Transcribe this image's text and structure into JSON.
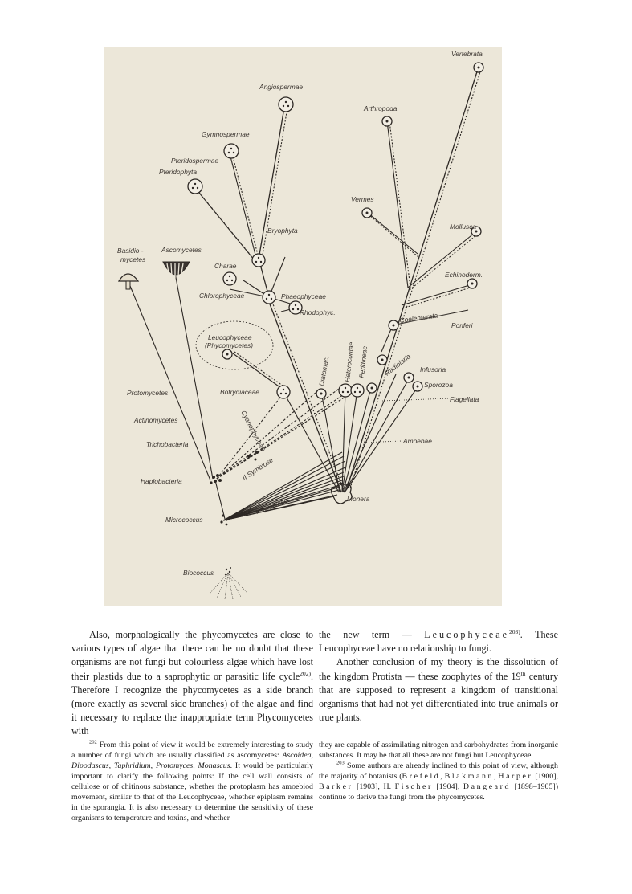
{
  "figure": {
    "labels": {
      "vertebrata": "Vertebrata",
      "angiospermae": "Angiospermae",
      "arthropoda": "Arthropoda",
      "gymnospermae": "Gymnospermae",
      "pteridospermae": "Pteridospermae",
      "pteridophyta": "Pteridophyta",
      "vermes": "Vermes",
      "bryophyta": "Bryophyta",
      "mollusca": "Mollusca",
      "basidiomycetes_1": "Basidio -",
      "basidiomycetes_2": "mycetes",
      "ascomycetes": "Ascomycetes",
      "charae": "Charae",
      "echinoderm": "Echinoderm.",
      "chlorophyceae": "Chlorophyceae",
      "phaeophyceae": "Phaeophyceae",
      "rhodophyc": "Rhodophyc.",
      "coelenterata": "Coelenterata",
      "poriferi": "Poriferi",
      "leucophyceae": "Leucophyceae",
      "phycomycetes": "(Phycomycetes)",
      "diatomac": "Diatomac.",
      "heterocontae": "Heterocontae",
      "peridineae": "Peridineae",
      "radiolaria": "Radiolaria",
      "infusoria": "Infusoria",
      "botrydiaceae": "Botrydiaceae",
      "sporozoa": "Sporozoa",
      "protomycetes": "Protomycetes",
      "flagellata": "Flagellata",
      "actinomycetes": "Actinomycetes",
      "cyanophyceae": "Cyanophyceae",
      "trichobacteria": "Trichobacteria",
      "amoebae": "Amoebae",
      "symbiose_2": "II Symbiose",
      "haplobacteria": "Haplobacteria",
      "monera": "Monera",
      "symbiose_1": "I Symbiose",
      "micrococcus": "Micrococcus",
      "biococcus": "Biococcus"
    }
  },
  "body": {
    "left_col": {
      "p1": "Also, morphologically the phycomycetes are close to various types of algae that there can be no doubt that these organisms are not fungi but colourless algae which have lost their plastids due to a saprophytic or parasitic life cycle",
      "p1_ref": "202)",
      "p1_tail": ". Therefore I recognize the phycomycetes as a side branch (more exactly as several side branches) of the algae and find it necessary to replace the inappropriate term Phycomycetes with"
    },
    "right_col": {
      "p1_head": "the new term — ",
      "p1_term": "Leucophyceae",
      "p1_ref": "203)",
      "p1_tail": ". These Leucophyceae have no relationship to fungi.",
      "p2_head": "Another conclusion of my theory is the dissolution of the kingdom Protista — these zoophytes of the 19",
      "p2_sup": "th",
      "p2_tail": " century that are supposed to represent a kingdom of transitional organisms that had not yet differentiated into true animals or true plants."
    }
  },
  "footnotes": {
    "fn202_num": "202",
    "fn202_a": "From this point of view it would be extremely interesting to study a number of fungi which are usually classified as ascomycetes: ",
    "fn202_italic": "Ascoidea, Dipodascus, Taphridium, Protomyces, Monascus",
    "fn202_b": ". It would be particularly important to clarify the following points: If the cell wall consists of cellulose or of chitinous substance, whether the protoplasm has amoebiod movement, similar to that of the Leucophyceae, whether epiplasm remains in the sporangia. It is also necessary to determine the sensitivity of these organisms to temperature and toxins, and whether",
    "fn202_cont": "they are capable of assimilating nitrogen and carbohydrates from inorganic substances. It may be that all these are not fungi but Leucophyceae.",
    "fn203_num": "203",
    "fn203_a": "Some authors are already inclined to this point of view, although the majority of botanists (",
    "fn203_brefeld": "Brefeld",
    "fn203_sep1": ", ",
    "fn203_blakmann": "Blakmann",
    "fn203_sep2": ", ",
    "fn203_harper": "Harper",
    "fn203_y1": " [1900], ",
    "fn203_barker": "Barker",
    "fn203_y2": " [1903], H. ",
    "fn203_fischer": "Fischer",
    "fn203_y3": " [1904], ",
    "fn203_dangeard": "Dangeard",
    "fn203_b": " [1898–1905]) continue to derive the fungi from the phycomycetes."
  }
}
